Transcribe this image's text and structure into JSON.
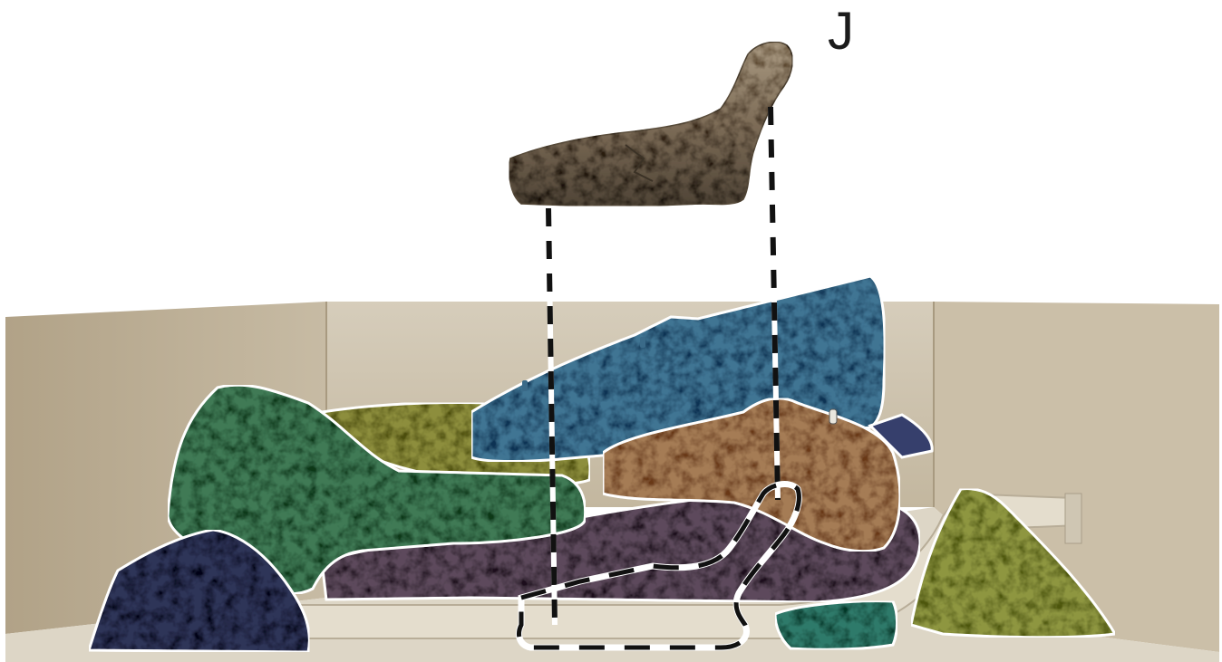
{
  "panel": {
    "letter": "J"
  },
  "colors": {
    "background": "#ffffff",
    "tank_back_wall": "#d1c7b4",
    "tank_side_wall": "#bcae96",
    "tank_floor": "#e3ddcf",
    "pipe": "#d9d2c1",
    "outline": "#ffffff",
    "scale_bar_dark": "#111111",
    "scale_bar_light": "#ffffff",
    "log_piece_blue": "#3f7493",
    "log_piece_olive": "#8d8e3c",
    "log_piece_green": "#3f7a55",
    "log_piece_green_small": "#2f7a6a",
    "log_piece_orange": "#a57c55",
    "log_piece_purple_base": "#5d4a5c",
    "log_piece_navy": "#2e3458",
    "log_piece_navy_right": "#363f6c",
    "log_piece_yellowgreen": "#8e9640",
    "isolated_log": "#8b7a62"
  },
  "pieces": [
    "blue-log-piece",
    "olive-log-piece",
    "green-log-piece",
    "orange-log-piece",
    "purple-base-piece",
    "navy-left-piece",
    "navy-right-piece",
    "yellowgreen-right-piece",
    "teal-small-piece"
  ]
}
